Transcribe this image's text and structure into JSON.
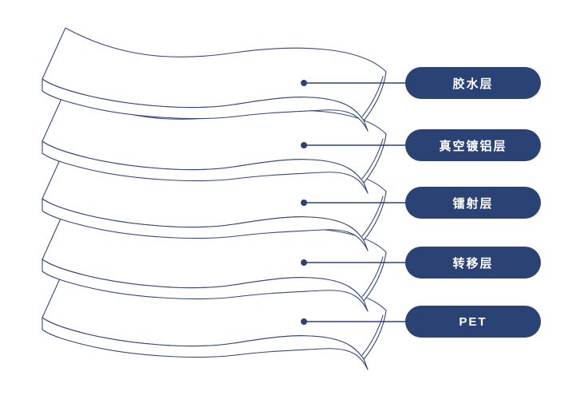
{
  "diagram": {
    "title": "",
    "background_color": "#ffffff",
    "outline_color": "#34487b",
    "accent_color": "#2b4274",
    "label_text_color": "#ffffff",
    "sheet_count": 5,
    "layers": [
      {
        "label": "胶水层"
      },
      {
        "label": "真空镀铝层"
      },
      {
        "label": "镭射层"
      },
      {
        "label": "转移层"
      },
      {
        "label": "PET"
      }
    ]
  }
}
